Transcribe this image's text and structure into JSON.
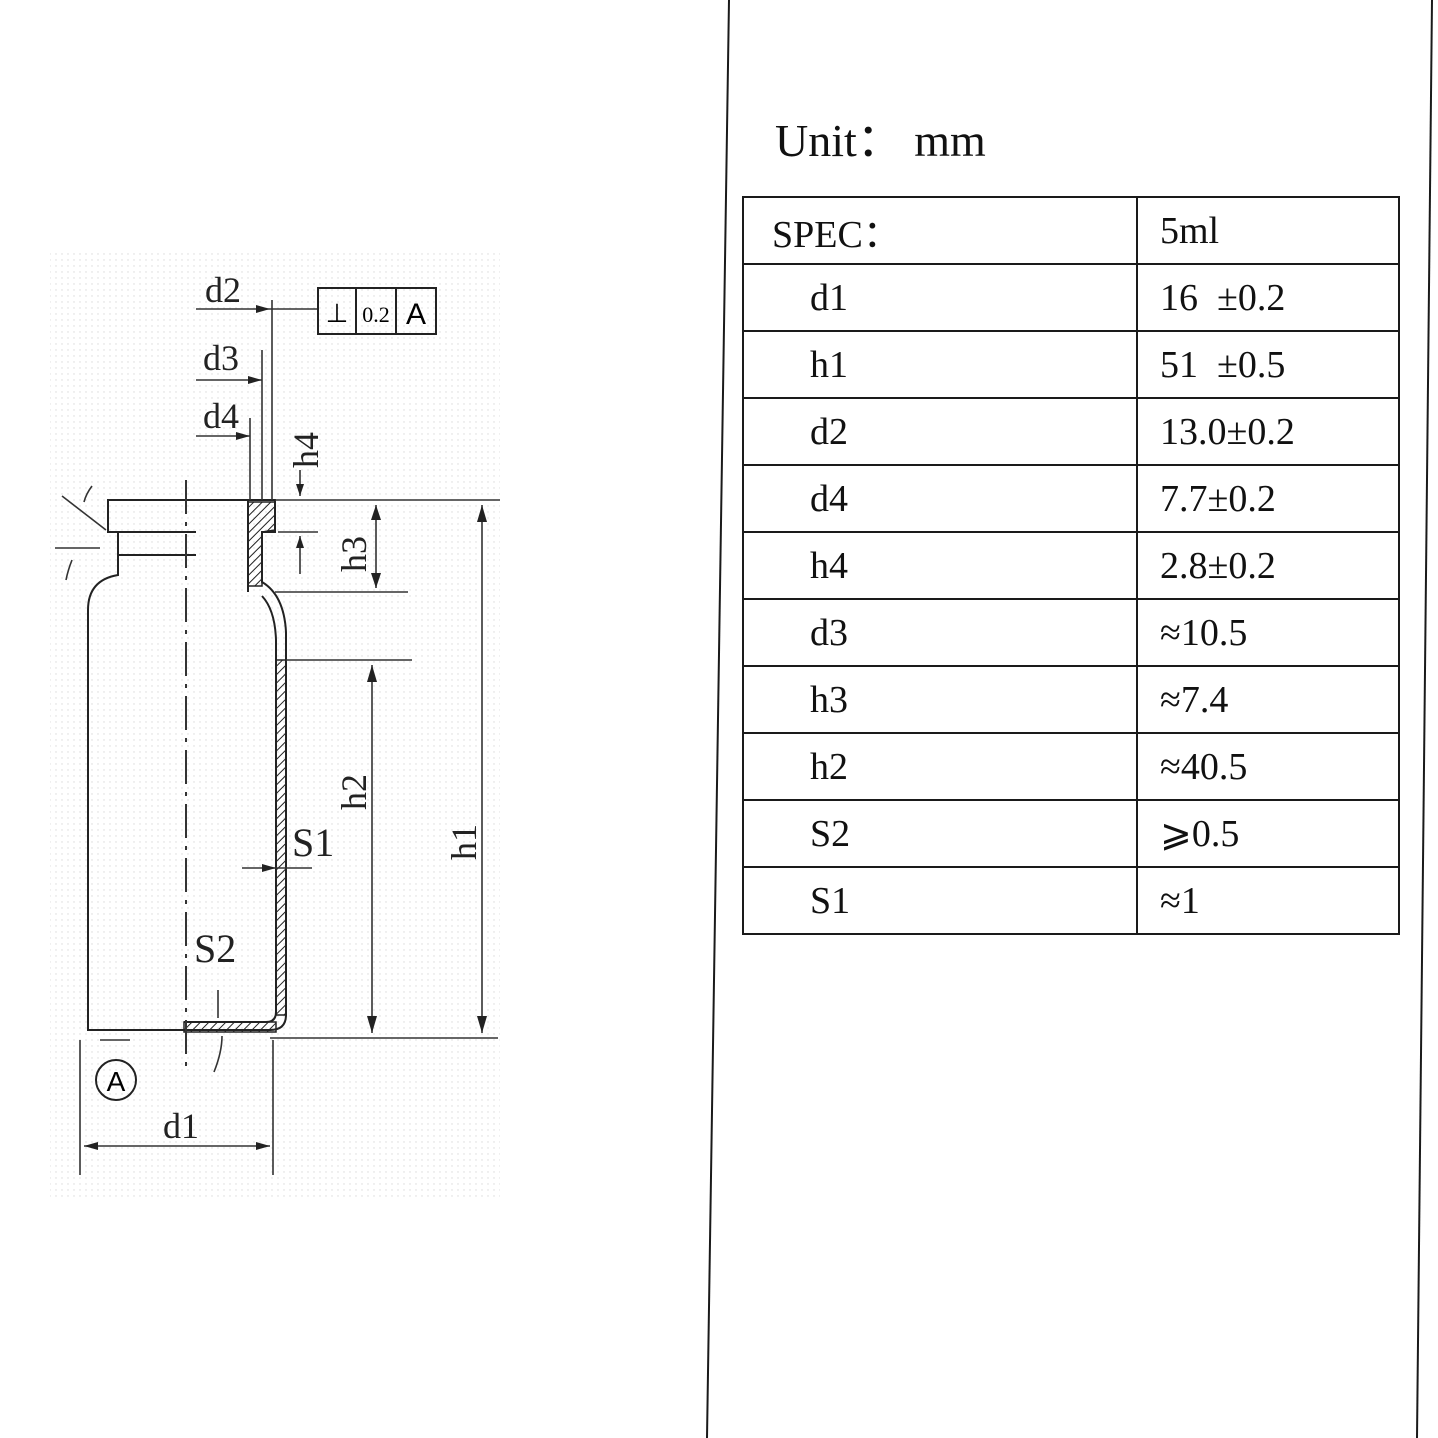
{
  "unit_label": "Unit： mm",
  "table": {
    "header": {
      "param": "SPEC：",
      "value": "5ml"
    },
    "rows": [
      {
        "param": "d1",
        "value": "16  ±0.2"
      },
      {
        "param": "h1",
        "value": "51  ±0.5"
      },
      {
        "param": "d2",
        "value": "13.0±0.2"
      },
      {
        "param": "d4",
        "value": "7.7±0.2"
      },
      {
        "param": "h4",
        "value": "2.8±0.2"
      },
      {
        "param": "d3",
        "value": "≈10.5"
      },
      {
        "param": "h3",
        "value": "≈7.4"
      },
      {
        "param": "h2",
        "value": "≈40.5"
      },
      {
        "param": "S2",
        "value": "⩾0.5"
      },
      {
        "param": "S1",
        "value": "≈1"
      }
    ]
  },
  "drawing": {
    "labels": {
      "d1": "d1",
      "d2": "d2",
      "d3": "d3",
      "d4": "d4",
      "h1": "h1",
      "h2": "h2",
      "h3": "h3",
      "h4": "h4",
      "s1": "S1",
      "s2": "S2",
      "datum": "A"
    },
    "tolerance_frame": {
      "symbol": "⊥",
      "value": "0.2",
      "datum": "A"
    }
  }
}
